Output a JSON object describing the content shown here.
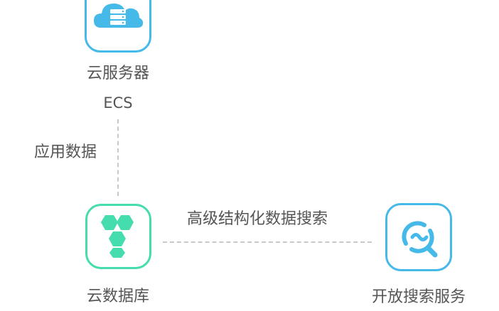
{
  "nodes": {
    "ecs": {
      "name": "云服务器",
      "sub": "ECS",
      "icon": "cloud-server-icon",
      "color": "#45b9e8"
    },
    "database": {
      "name": "云数据库",
      "icon": "hexagon-cluster-icon",
      "color": "#46ddae"
    },
    "search": {
      "name": "开放搜索服务",
      "icon": "search-magnifier-icon",
      "color": "#45b9e8"
    }
  },
  "edges": {
    "ecs_to_database": {
      "label": "应用数据"
    },
    "database_to_search": {
      "label": "高级结构化数据搜索"
    }
  }
}
